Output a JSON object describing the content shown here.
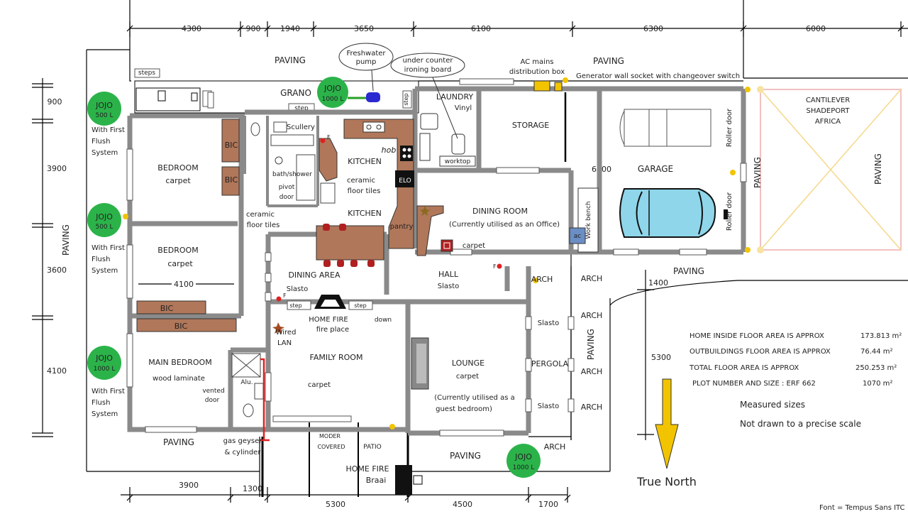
{
  "dimensions": {
    "top": [
      "4300",
      "900",
      "1940",
      "3650",
      "6100",
      "6300",
      "6000"
    ],
    "bottom": [
      "3900",
      "1300",
      "5300",
      "4500",
      "1700"
    ],
    "left": [
      "900",
      "3900",
      "3600",
      "4100"
    ],
    "interior": [
      "6300",
      "1400",
      "5300"
    ],
    "wall_length": "4100"
  },
  "areas": {
    "paving_top": "PAVING",
    "paving_top_right": "PAVING",
    "paving_left": "PAVING",
    "paving_bottom_left": "PAVING",
    "paving_bottom_mid": "PAVING",
    "paving_garage": "PAVING",
    "paving_pergola": "PAVING",
    "paving_shade_left": "PAVING",
    "paving_shade_right": "PAVING",
    "steps": "steps",
    "grano": "GRANO",
    "step_scullery": "step",
    "step_dining_left": "step",
    "step_dining_right": "step",
    "step_laundry": "step"
  },
  "rooms": {
    "bedroom1": {
      "name": "BEDROOM",
      "floor": "carpet"
    },
    "bedroom2": {
      "name": "BEDROOM",
      "floor": "carpet"
    },
    "main_bedroom": {
      "name": "MAIN BEDROOM",
      "floor": "wood laminate"
    },
    "bic": [
      "BIC",
      "BIC",
      "BIC",
      "BIC"
    ],
    "scullery": "Scullery",
    "bathroom": [
      "bath/shower",
      "pivot",
      "door"
    ],
    "kitchen": {
      "name": "KITCHEN",
      "floor1": "ceramic",
      "floor2": "floor tiles",
      "name2": "KITCHEN"
    },
    "hob": "hob",
    "elo": "ELO",
    "pantry": "pantry",
    "passage_floor": [
      "ceramic",
      "floor tiles"
    ],
    "laundry": {
      "name": "LAUNDRY",
      "floor": "Vinyl"
    },
    "worktop": "worktop",
    "storage": "STORAGE",
    "garage": "GARAGE",
    "roller_door": "Roller door",
    "work_bench": "Work bench",
    "ac": "ac",
    "dining_room": {
      "name": "DINING ROOM",
      "note": "(Currently utilised as an Office)",
      "floor": "carpet"
    },
    "dining_area": {
      "name": "DINING AREA",
      "floor": "Slasto"
    },
    "hall": {
      "name": "HALL",
      "floor": "Slasto"
    },
    "home_fire": {
      "name": "HOME FIRE",
      "sub": "fire place"
    },
    "down": "down",
    "wired_lan": [
      "Wired",
      "LAN"
    ],
    "family_room": {
      "name": "FAMILY ROOM",
      "floor": "carpet"
    },
    "lounge": {
      "name": "LOUNGE",
      "floor": "carpet",
      "note1": "(Currently utilised as a",
      "note2": "guest bedroom)"
    },
    "arch": [
      "ARCH",
      "ARCH",
      "ARCH",
      "ARCH",
      "ARCH",
      "ARCH"
    ],
    "pergola": "PERGOLA",
    "slasto_pergola_1": "Slasto",
    "slasto_pergola_2": "Slasto",
    "alu": "Alu.",
    "vented_door": [
      "vented",
      "door"
    ],
    "gas": [
      "gas geyser",
      "& cylinder"
    ],
    "modern_covered": [
      "MODER",
      "COVERED"
    ],
    "patio": "PATIO",
    "braai": {
      "name": "HOME FIRE",
      "sub": "Braai"
    },
    "shadeport": [
      "CANTILEVER",
      "SHADEPORT",
      "AFRICA"
    ]
  },
  "callouts": {
    "freshwater": [
      "Freshwater",
      "pump"
    ],
    "ironing": [
      "under counter",
      "ironing board"
    ],
    "ac_mains": [
      "AC mains",
      "distribution box"
    ],
    "generator": "Generator wall socket with changeover switch"
  },
  "tanks": {
    "grano_tank": [
      "JOJO",
      "1000 L"
    ],
    "left1": [
      "JOJO",
      "500 L"
    ],
    "left2": [
      "JOJO",
      "500 L"
    ],
    "left3": [
      "JOJO",
      "1000 L"
    ],
    "bottom": [
      "JOJO",
      "1000 L"
    ],
    "flush": [
      "With First",
      "Flush",
      "System"
    ],
    "f_marker": "F"
  },
  "summary": {
    "rows": [
      {
        "label": "HOME INSIDE FLOOR AREA IS APPROX",
        "value": "173.813 m²"
      },
      {
        "label": "OUTBUILDINGS FLOOR AREA IS APPROX",
        "value": "76.44  m²"
      },
      {
        "label": "TOTAL FLOOR AREA IS APPROX",
        "value": "250.253 m²"
      },
      {
        "label": "PLOT NUMBER AND SIZE : ERF 662",
        "value": "1070  m²"
      }
    ],
    "note1": "Measured sizes",
    "note2": "Not drawn to a precise scale"
  },
  "north": "True North",
  "font_note": "Font = Tempus Sans ITC",
  "colors": {
    "tank": "#2bb34a",
    "cabinet": "#b0775a",
    "car": "#8fd6ea",
    "wall": "#8a8a8a",
    "arrow": "#f2c400",
    "accent_red": "#e02020"
  }
}
